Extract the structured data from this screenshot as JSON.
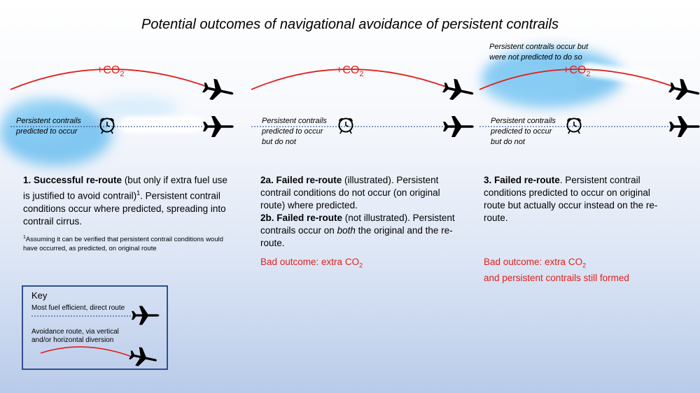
{
  "title": "Potential outcomes of navigational avoidance of persistent contrails",
  "co2_label": {
    "main": "+CO",
    "sub": "2"
  },
  "panels": [
    {
      "contrail_note": [
        "Persistent contrails",
        "predicted to occur"
      ],
      "desc": {
        "heading": "1. Successful re-route",
        "text1": " (but only if extra fuel use is justified to avoid contrail)",
        "sup": "1",
        "text2": ". Persistent contrail conditions occur where predicted, spreading into contrail cirrus."
      },
      "footnote": {
        "sup": "1",
        "text": "Assuming it can be verified that persistent contrail conditions would have occurred, as predicted, on original route"
      }
    },
    {
      "contrail_note": [
        "Persistent contrails",
        "predicted to occur",
        "but do not"
      ],
      "desc": {
        "heading_a": "2a. Failed re-route",
        "text_a": " (illustrated). Persistent contrail conditions do not occur (on original route) where predicted.",
        "heading_b": "2b. Failed re-route",
        "text_b1": " (not illustrated). Persistent contrails occur on ",
        "text_b_em": "both",
        "text_b2": " the original and the re-route."
      },
      "bad": {
        "line1": "Bad outcome: extra CO",
        "sub": "2"
      }
    },
    {
      "top_note": [
        "Persistent contrails occur but",
        "were not predicted to do so"
      ],
      "contrail_note": [
        "Persistent contrails",
        "predicted to occur",
        "but do not"
      ],
      "desc": {
        "heading": "3. Failed re-route",
        "text": ". Persistent contrail conditions predicted to occur on original route but actually occur instead on the re-route."
      },
      "bad": {
        "line1": "Bad outcome: extra CO",
        "sub": "2",
        "line2": "and persistent contrails still formed"
      }
    }
  ],
  "key": {
    "title": "Key",
    "direct_label": "Most fuel efficient, direct route",
    "avoid_label": [
      "Avoidance route, via vertical",
      "and/or horizontal diversion"
    ]
  },
  "colors": {
    "reroute": "#e0201b",
    "direct": "#1f3d7a",
    "key_border": "#2e4f8f",
    "contrail_blue": "#5cb8ee"
  },
  "icons": [
    "plane-icon",
    "alarm-clock-icon"
  ]
}
